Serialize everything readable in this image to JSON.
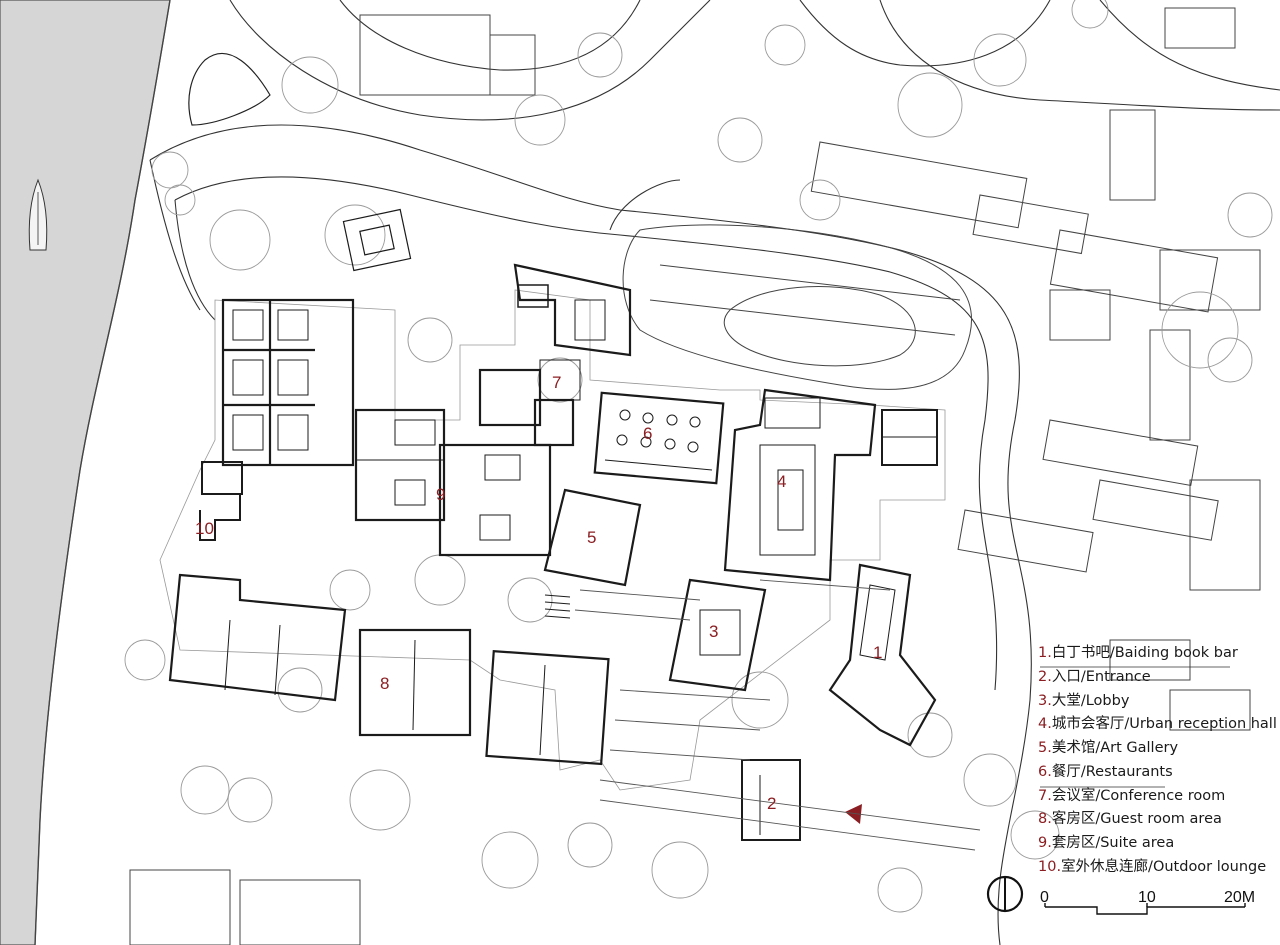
{
  "zones": [
    {
      "id": "1"
    },
    {
      "id": "2"
    },
    {
      "id": "3"
    },
    {
      "id": "4"
    },
    {
      "id": "5"
    },
    {
      "id": "6"
    },
    {
      "id": "7"
    },
    {
      "id": "8"
    },
    {
      "id": "9"
    },
    {
      "id": "10"
    }
  ],
  "legend": [
    {
      "num": "1.",
      "text": "白丁书吧/Baiding book bar"
    },
    {
      "num": "2.",
      "text": "入口/Entrance"
    },
    {
      "num": "3.",
      "text": "大堂/Lobby"
    },
    {
      "num": "4.",
      "text": "城市会客厅/Urban reception hall"
    },
    {
      "num": "5.",
      "text": "美术馆/Art Gallery"
    },
    {
      "num": "6.",
      "text": "餐厅/Restaurants"
    },
    {
      "num": "7.",
      "text": "会议室/Conference room"
    },
    {
      "num": "8.",
      "text": "客房区/Guest room area"
    },
    {
      "num": "9.",
      "text": "套房区/Suite area"
    },
    {
      "num": "10.",
      "text": "室外休息连廊/Outdoor lounge"
    }
  ],
  "scale_bar": {
    "ticks": [
      "0",
      "10",
      "20M"
    ]
  },
  "colors": {
    "label": "#8b1e22",
    "river": "#d6d6d6",
    "line": "#222222",
    "tree": "#9a9a9a"
  }
}
